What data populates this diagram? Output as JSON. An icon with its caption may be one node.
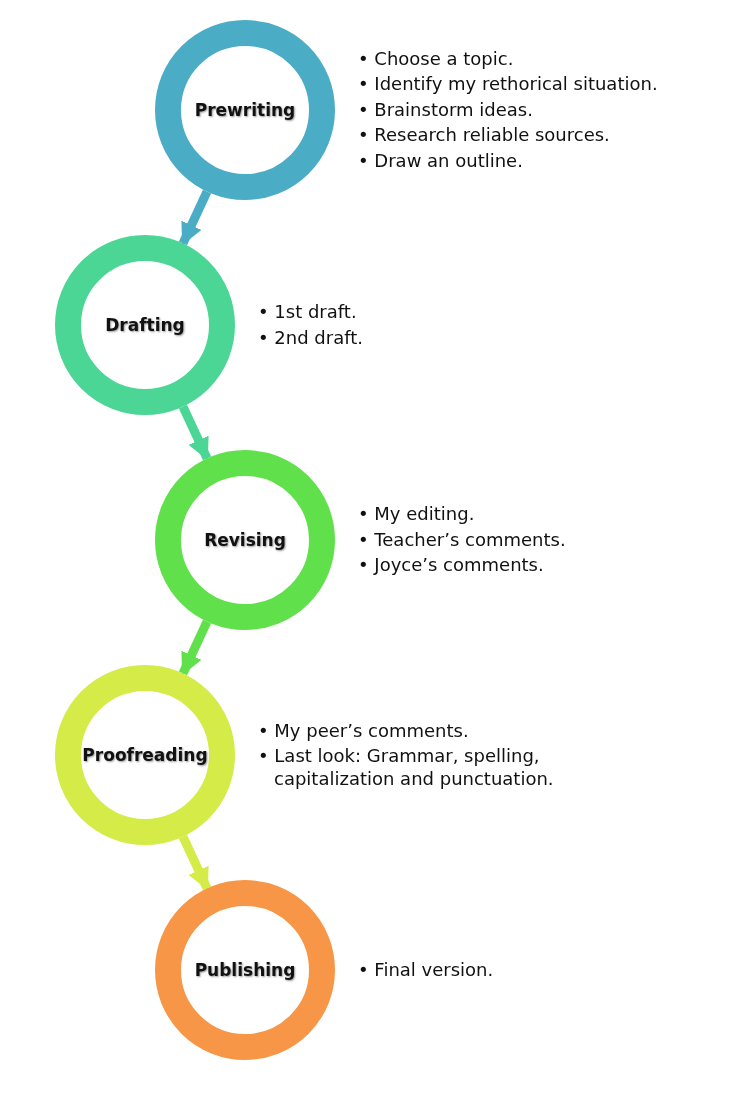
{
  "diagram": {
    "nodes": [
      {
        "text": [
          "Prewriting"
        ],
        "beside": [
          "• Choose a topic.",
          "• Identify my rethorical situation.",
          "• Brainstorm ideas.",
          "• Research reliable sources.",
          "• Draw an outline."
        ]
      },
      {
        "text": [
          "Drafting"
        ],
        "beside": [
          "• 1st draft.",
          "• 2nd draft."
        ]
      },
      {
        "text": [
          "Revising"
        ],
        "beside": [
          "• My editing.",
          "• Teacher’s comments.",
          "• Joyce’s comments."
        ]
      },
      {
        "text": [
          "Proofreading"
        ],
        "beside": [
          "• My peer’s comments.",
          "• Last look: Grammar, spelling, capitalization and punctuation."
        ]
      },
      {
        "text": [
          "Publishing"
        ],
        "beside": [
          "• Final version."
        ]
      }
    ],
    "edges": [
      {
        "from": 0,
        "to": 1,
        "arrow": "to",
        "color": "#4bacc6"
      },
      {
        "from": 1,
        "to": 2,
        "arrow": "to",
        "color": "#4cd696"
      },
      {
        "from": 2,
        "to": 3,
        "arrow": "to",
        "color": "#60e04a"
      },
      {
        "from": 3,
        "to": 4,
        "arrow": "to",
        "color": "#d4eb48"
      }
    ]
  }
}
